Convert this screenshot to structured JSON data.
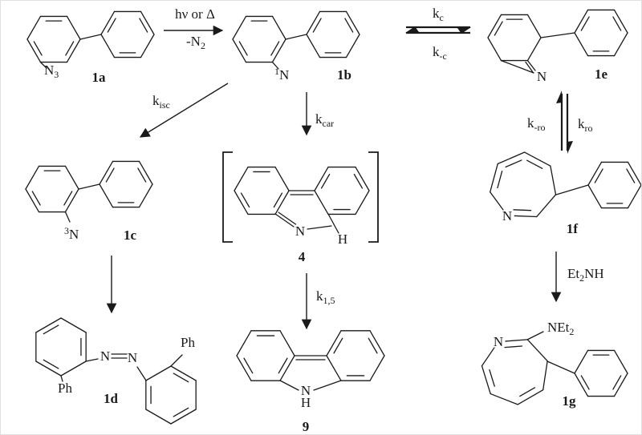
{
  "scheme": {
    "colors": {
      "ink": "#1a1a1a",
      "background": "#ffffff"
    },
    "reagents": {
      "photolysis": "hν or Δ",
      "minus_n2": {
        "base": "-N",
        "sub": "2"
      },
      "amine": {
        "p1": "Et",
        "sub": "2",
        "p2": "NH"
      }
    },
    "rates": {
      "kc": {
        "base": "k",
        "sub": "c"
      },
      "k_minus_c": {
        "base": "k",
        "sub": "-c"
      },
      "kisc": {
        "base": "k",
        "sub": "isc"
      },
      "kcar": {
        "base": "k",
        "sub": "car"
      },
      "kro": {
        "base": "k",
        "sub": "ro"
      },
      "k_minus_ro": {
        "base": "k",
        "sub": "-ro"
      },
      "k15": {
        "base": "k",
        "sub": "1,5"
      }
    },
    "compounds": {
      "a": {
        "id": "1a",
        "azide": {
          "base": "N",
          "sub": "3"
        }
      },
      "b": {
        "id": "1b",
        "nitrene": {
          "sup": "1",
          "base": "N"
        }
      },
      "c": {
        "id": "1c",
        "nitrene": {
          "sup": "3",
          "base": "N"
        }
      },
      "d": {
        "id": "1d",
        "n1": "N",
        "n2": "N",
        "ph1": "Ph",
        "ph2": "Ph"
      },
      "e": {
        "id": "1e",
        "n": "N"
      },
      "f": {
        "id": "1f",
        "n": "N"
      },
      "g": {
        "id": "1g",
        "n": "N",
        "net2": {
          "base": "NEt",
          "sub": "2"
        }
      },
      "four": {
        "id": "4",
        "n": "N",
        "h": "H"
      },
      "nine": {
        "id": "9",
        "n": "N",
        "h": "H"
      }
    }
  }
}
